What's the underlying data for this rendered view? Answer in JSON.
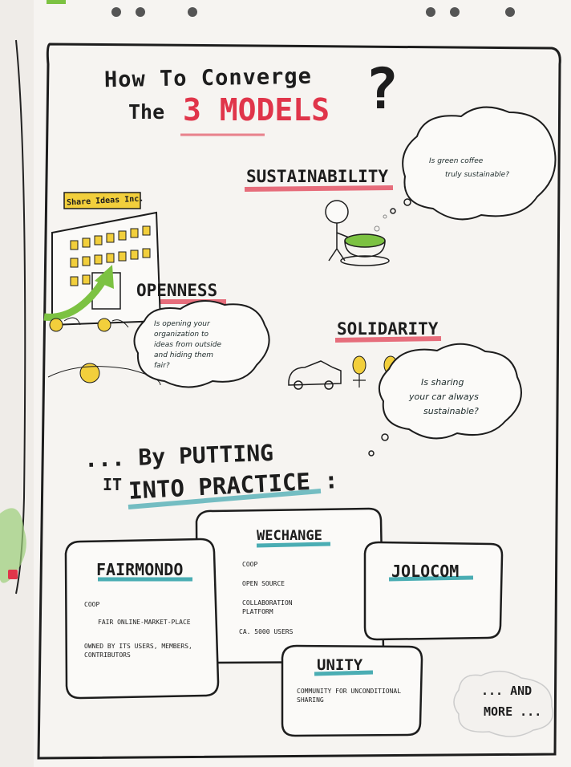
{
  "title": {
    "line1": "How To Converge",
    "line2": "The",
    "emph": "3 MODELS",
    "qmark": "?"
  },
  "sustainability": {
    "label": "SUSTAINABILITY",
    "thought": [
      "Is green coffee",
      "truly sustainable?"
    ]
  },
  "openness": {
    "label": "OPENNESS",
    "sign": "Share Ideas Inc.",
    "thought": [
      "Is opening your",
      "organization to",
      "ideas from outside",
      "and hiding them",
      "fair?"
    ]
  },
  "solidarity": {
    "label": "SOLIDARITY",
    "thought": [
      "Is sharing",
      "your car always",
      "sustainable?"
    ]
  },
  "practice": {
    "line1": "... By PUTTING",
    "line2_a": "IT",
    "line2_b": "INTO PRACTICE :"
  },
  "cards": {
    "fairmondo": {
      "title": "FAIRMONDO",
      "items": [
        "COOP",
        "FAIR ONLINE-MARKET-PLACE",
        "OWNED BY ITS USERS, MEMBERS, CONTRIBUTORS"
      ]
    },
    "wechange": {
      "title": "WECHANGE",
      "items": [
        "COOP",
        "OPEN SOURCE",
        "COLLABORATION PLATFORM",
        "CA. 5000 USERS"
      ]
    },
    "jolocom": {
      "title": "JOLOCOM"
    },
    "unity": {
      "title": "UNITY",
      "items": [
        "COMMUNITY FOR UNCONDITIONAL SHARING"
      ]
    }
  },
  "more": {
    "line1": "... AND",
    "line2": "MORE ..."
  },
  "colors": {
    "accent_red": "#e0354a",
    "accent_teal": "#1e9aa3",
    "green": "#7cc242",
    "yellow": "#f2cf3c",
    "ink": "#1d1d1d",
    "paper": "#f6f4f1"
  }
}
